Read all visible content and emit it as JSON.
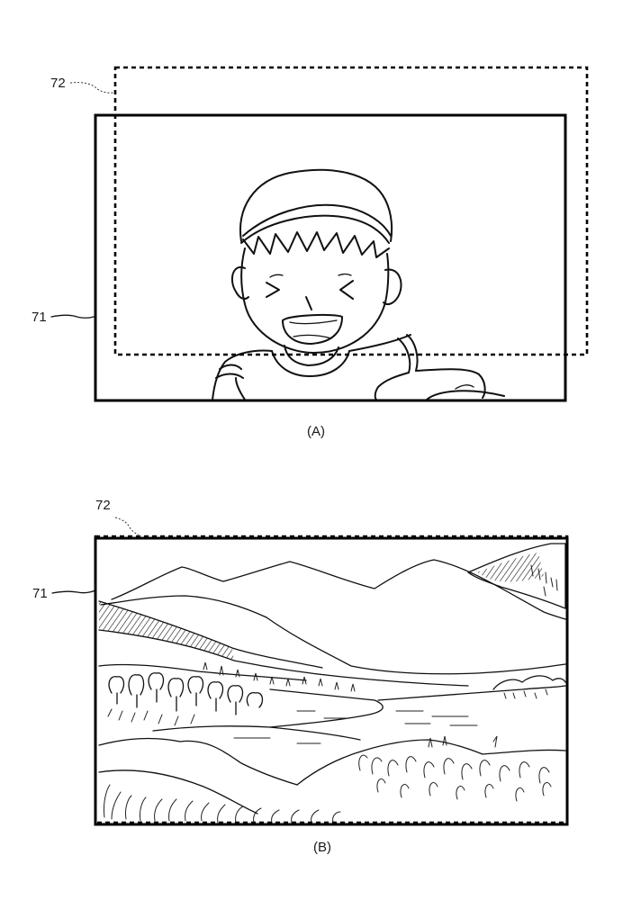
{
  "figure_a": {
    "caption": "(A)",
    "label_outer": "72",
    "label_inner": "71",
    "scene": "child-face-drawing"
  },
  "figure_b": {
    "caption": "(B)",
    "label_outer": "72",
    "label_inner": "71",
    "scene": "landscape-drawing"
  }
}
